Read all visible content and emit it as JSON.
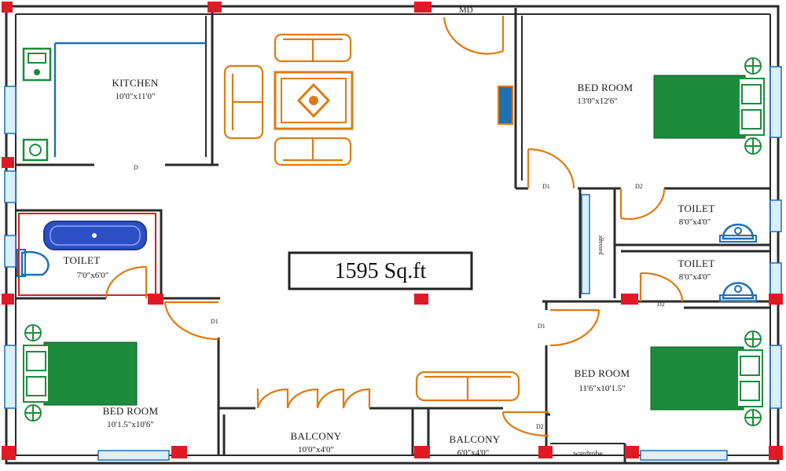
{
  "plan": {
    "area_label": "1595 Sq.ft",
    "main_door_label": "MD",
    "rooms": {
      "kitchen": {
        "name": "KITCHEN",
        "dim": "10'0\"x11'0\""
      },
      "bedroom_top_right": {
        "name": "BED ROOM",
        "dim": "13'0\"x12'6\""
      },
      "toilet_left": {
        "name": "TOILET",
        "dim": "7'0\"x6'0\""
      },
      "toilet_right_1": {
        "name": "TOILET",
        "dim": "8'0\"x4'0\""
      },
      "toilet_right_2": {
        "name": "TOILET",
        "dim": "8'0\"x4'0\""
      },
      "passage": {
        "name": "passage"
      },
      "bedroom_bottom_left": {
        "name": "BED ROOM",
        "dim": "10'1.5\"x10'6\""
      },
      "bedroom_bottom_right": {
        "name": "BED ROOM",
        "dim": "11'6\"x10'1.5\""
      },
      "balcony_1": {
        "name": "BALCONY",
        "dim": "10'0\"x4'0\""
      },
      "balcony_2": {
        "name": "BALCONY",
        "dim": "6'0\"x4'0\""
      },
      "wardrobe": {
        "name": "wardrobe"
      }
    },
    "door_tags": {
      "kitchen": "D",
      "bed_top_right": "D1",
      "toilet_1": "D2",
      "toilet_2": "D2",
      "bed_bottom_left": "D1",
      "bed_bottom_right": "D1",
      "balcony": "D2"
    },
    "colors": {
      "walls": "#2a2a2a",
      "doors_furniture": "#e07a10",
      "beds": "#1c8c3c",
      "fixtures": "#1f6fb5",
      "columns": "#e01a24",
      "windows": "#d8f0fb"
    }
  }
}
